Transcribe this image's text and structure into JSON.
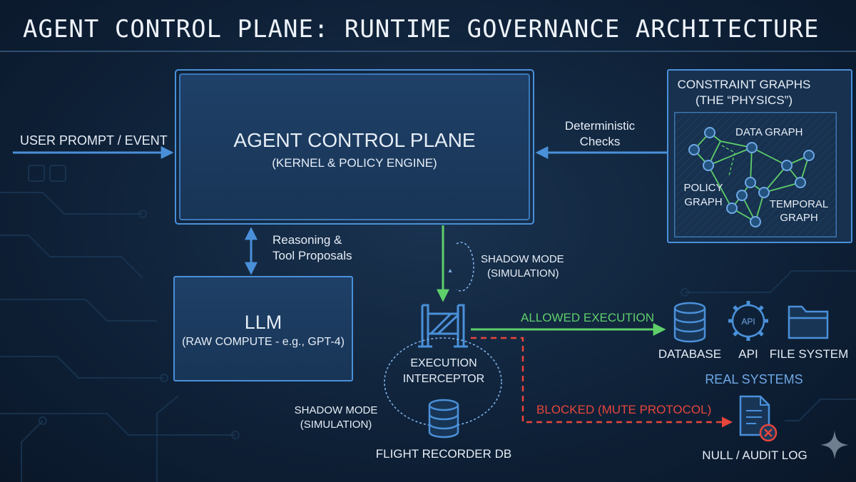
{
  "title": "AGENT CONTROL PLANE: RUNTIME GOVERNANCE ARCHITECTURE",
  "colors": {
    "blue": "#4a90d9",
    "blue_light": "#7fb2ea",
    "green": "#5fcf6a",
    "red": "#e8453c",
    "box_fill": "#1b3a5c",
    "label_blue": "#6fa8e6"
  },
  "input": {
    "label": "USER PROMPT / EVENT"
  },
  "control_plane": {
    "title": "AGENT CONTROL PLANE",
    "subtitle": "(KERNEL & POLICY ENGINE)"
  },
  "deterministic": {
    "line1": "Deterministic",
    "line2": "Checks"
  },
  "constraint_graphs": {
    "title_line1": "CONSTRAINT GRAPHS",
    "title_line2": "(THE “PHYSICS”)",
    "data_graph": "DATA GRAPH",
    "policy_graph_line1": "POLICY",
    "policy_graph_line2": "GRAPH",
    "temporal_graph_line1": "TEMPORAL",
    "temporal_graph_line2": "GRAPH"
  },
  "reasoning": {
    "line1": "Reasoning &",
    "line2": "Tool Proposals"
  },
  "llm": {
    "title": "LLM",
    "subtitle": "(RAW COMPUTE - e.g., GPT-4)"
  },
  "shadow_top": {
    "line1": "SHADOW MODE",
    "line2": "(SIMULATION)"
  },
  "shadow_bottom": {
    "line1": "SHADOW MODE",
    "line2": "(SIMULATION)"
  },
  "interceptor": {
    "line1": "EXECUTION",
    "line2": "INTERCEPTOR"
  },
  "flight_recorder": {
    "label": "FLIGHT RECORDER DB"
  },
  "allowed": {
    "label": "ALLOWED EXECUTION"
  },
  "blocked": {
    "label": "BLOCKED (MUTE PROTOCOL)"
  },
  "systems": {
    "database": "DATABASE",
    "api": "API",
    "api_icon_text": "API",
    "file_system": "FILE SYSTEM",
    "group_label": "REAL SYSTEMS"
  },
  "null_log": {
    "label": "NULL / AUDIT LOG"
  },
  "icons": [
    "database-icon",
    "api-gear-icon",
    "folder-icon",
    "document-error-icon",
    "gate-icon",
    "sparkle-icon"
  ]
}
